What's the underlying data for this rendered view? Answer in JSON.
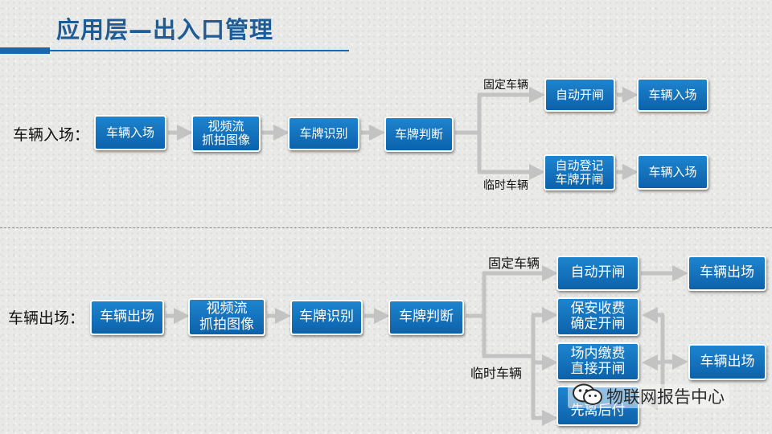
{
  "title": "应用层—出入口管理",
  "entry": {
    "label": "车辆入场：",
    "steps": [
      "车辆入场",
      "视频流\n抓拍图像",
      "车牌识别",
      "车牌判断"
    ],
    "fixed": {
      "label": "固定车辆",
      "action": "自动开闸",
      "result": "车辆入场"
    },
    "temporary": {
      "label": "临时车辆",
      "action": "自动登记\n车牌开闸",
      "result": "车辆入场"
    }
  },
  "exit": {
    "label": "车辆出场：",
    "steps": [
      "车辆出场",
      "视频流\n抓拍图像",
      "车牌识别",
      "车牌判断"
    ],
    "fixed": {
      "label": "固定车辆",
      "action": "自动开闸",
      "result": "车辆出场"
    },
    "temporary": {
      "label": "临时车辆",
      "options": [
        "保安收费\n确定开闸",
        "场内缴费\n直接开闸",
        "先离后付"
      ],
      "result": "车辆出场"
    }
  },
  "watermark": {
    "icon": "wechat-icon",
    "text": "物联网报告中心"
  },
  "colors": {
    "box": "#1172bf",
    "title": "#1f5b94",
    "connector": "#c3c3c3"
  }
}
